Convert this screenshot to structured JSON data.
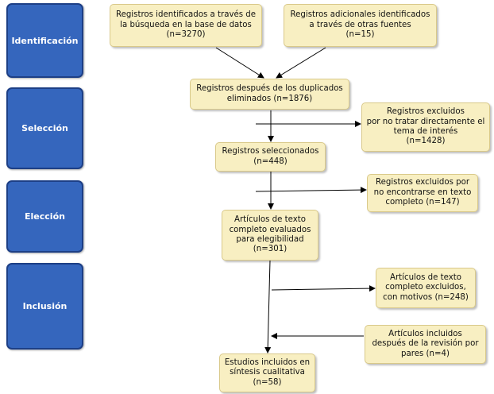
{
  "stages": {
    "identification": "Identificación",
    "screening": "Selección",
    "eligibility": "Elección",
    "included": "Inclusión"
  },
  "boxes": {
    "identified_db": "Registros identificados a través de\nla búsqueda en la base de datos\n(n=3270)",
    "identified_other": "Registros adicionales identificados\na través de otras fuentes\n(n=15)",
    "after_duplicates": "Registros después de los duplicados\neliminados (n=1876)",
    "excluded_topic": "Registros excluidos\npor no tratar directamente el\ntema de interés\n(n=1428)",
    "screened": "Registros seleccionados\n(n=448)",
    "excluded_fulltext": "Registros excluidos por\nno encontrarse en texto\ncompleto (n=147)",
    "fulltext_assessed": "Artículos de texto\ncompleto evaluados\npara elegibilidad\n(n=301)",
    "fulltext_excluded": "Artículos de texto\ncompleto excluidos,\ncon motivos (n=248)",
    "added_peer_review": "Artículos incluidos\ndespués de la revisión por\npares (n=4)",
    "included_studies": "Estudios incluidos en\nsíntesis cualitativa\n(n=58)"
  }
}
